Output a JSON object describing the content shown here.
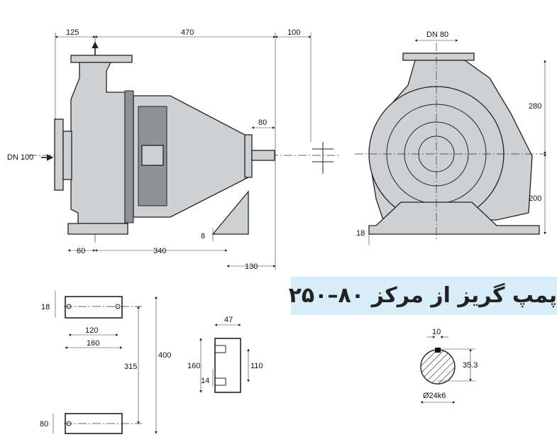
{
  "title": "پمپ گریز از مرکز ۸۰–۲۵۰",
  "side_view": {
    "dims": {
      "top_left": "125",
      "top_mid": "470",
      "top_right": "100",
      "inlet": "DN 100",
      "shaft": "80",
      "foot_h": "8",
      "bottom_left": "60",
      "bottom_mid": "340",
      "bottom_right": "130"
    }
  },
  "front_view": {
    "dims": {
      "outlet": "DN 80",
      "upper": "280",
      "lower": "200",
      "foot": "18"
    }
  },
  "foot_plate": {
    "dims": {
      "hole": "18",
      "inner": "120",
      "outer": "160",
      "total": "400",
      "span": "315",
      "bottom": "80"
    }
  },
  "pad": {
    "dims": {
      "width": "47",
      "height": "160",
      "inner": "110",
      "slot": "14"
    }
  },
  "shaft_section": {
    "dims": {
      "key": "10",
      "height": "35.3",
      "diameter": "Ø24k6"
    }
  },
  "colors": {
    "body": "#cfd0d2",
    "title_bg": "#d7edf7"
  }
}
